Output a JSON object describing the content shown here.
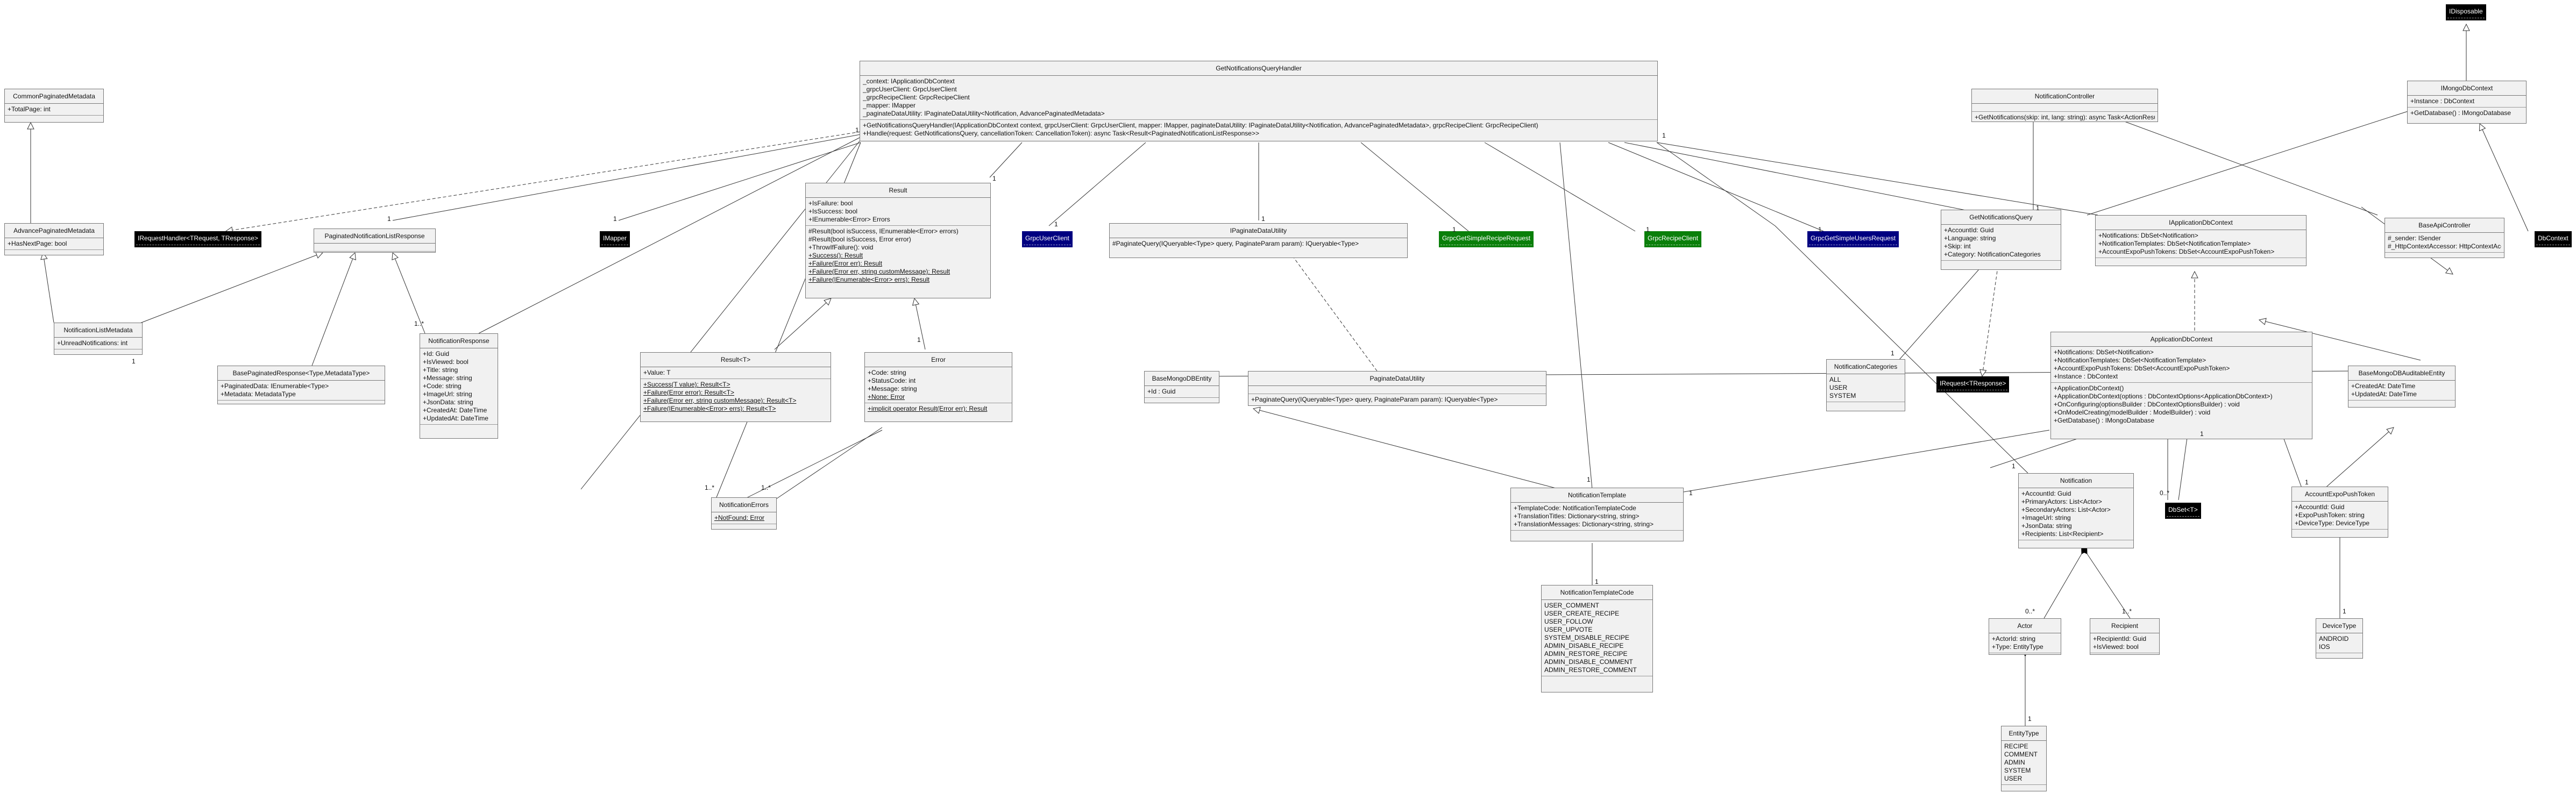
{
  "classes": {
    "handler": {
      "name": "GetNotificationsQueryHandler",
      "fields": [
        "_context: IApplicationDbContext",
        "_grpcUserClient: GrpcUserClient",
        "_grpcRecipeClient: GrpcRecipeClient",
        "_mapper: IMapper",
        "_paginateDataUtility: IPaginateDataUtility<Notification, AdvancePaginatedMetadata>"
      ],
      "methods": [
        "+GetNotificationsQueryHandler(IApplicationDbContext context, grpcUserClient: GrpcUserClient, mapper: IMapper, paginateDataUtility: IPaginateDataUtility<Notification, AdvancePaginatedMetadata>, grpcRecipeClient: GrpcRecipeClient)",
        "+Handle(request: GetNotificationsQuery, cancellationToken: CancellationToken): async Task<Result<PaginatedNotificationListResponse>>"
      ]
    },
    "commonMeta": {
      "name": "CommonPaginatedMetadata",
      "fields": [
        "+TotalPage: int"
      ],
      "methods": []
    },
    "advMeta": {
      "name": "AdvancePaginatedMetadata",
      "fields": [
        "+HasNextPage: bool"
      ],
      "methods": []
    },
    "notifListMeta": {
      "name": "NotificationListMetadata",
      "fields": [
        "+UnreadNotifications: int"
      ],
      "methods": []
    },
    "paginatedNotif": {
      "name": "PaginatedNotificationListResponse",
      "fields": [],
      "methods": []
    },
    "basePaginated": {
      "name": "BasePaginatedResponse<Type,MetadataType>",
      "fields": [
        "+PaginatedData: IEnumerable<Type>",
        "+Metadata: MetadataType"
      ],
      "methods": []
    },
    "notifResponse": {
      "name": "NotificationResponse",
      "fields": [
        "+Id: Guid",
        "+IsViewed: bool",
        "+Title: string",
        "+Message: string",
        "+Code: string",
        "+ImageUrl: string",
        "+JsonData: string",
        "+CreatedAt: DateTime",
        "+UpdatedAt: DateTime"
      ],
      "methods": []
    },
    "result": {
      "name": "Result",
      "fields": [
        "+IsFailure: bool",
        "+IsSuccess: bool",
        "+IEnumerable<Error> Errors"
      ],
      "methods": [
        "#Result(bool isSuccess, IEnumerable<Error> errors)",
        "#Result(bool isSuccess, Error error)",
        "+ThrowIfFailure(): void"
      ],
      "static": [
        "+Success(): Result",
        "+Failure(Error err): Result",
        "+Failure(Error err, string customMessage): Result",
        "+Failure(IEnumerable<Error> errs): Result"
      ]
    },
    "resultT": {
      "name": "Result<T>",
      "fields": [
        "+Value: T"
      ],
      "methods": [],
      "static": [
        "+Success(T value): Result<T>",
        "+Failure(Error error): Result<T>",
        "+Failure(Error err, string customMessage): Result<T>",
        "+Failure(IEnumerable<Error> errs): Result<T>"
      ]
    },
    "error": {
      "name": "Error",
      "fields": [
        "+Code: string",
        "+StatusCode: int",
        "+Message: string",
        "+None: Error"
      ],
      "methods": [],
      "static": [
        "+implicit operator Result(Error err): Result"
      ]
    },
    "notifErrors": {
      "name": "NotificationErrors",
      "fields": [],
      "methods": [],
      "static": [
        "+NotFound: Error"
      ]
    },
    "ipaginate": {
      "name": "IPaginateDataUtility",
      "fields": [],
      "methods": [
        "#PaginateQuery(IQueryable<Type> query, PaginateParam param): IQueryable<Type>"
      ]
    },
    "paginate": {
      "name": "PaginateDataUtility",
      "fields": [],
      "methods": [
        "+PaginateQuery(IQueryable<Type> query, PaginateParam param): IQueryable<Type>"
      ]
    },
    "baseMongo": {
      "name": "BaseMongoDBEntity",
      "fields": [
        "+Id : Guid"
      ],
      "methods": []
    },
    "notifController": {
      "name": "NotificationController",
      "fields": [],
      "methods": [
        "+GetNotifications(skip: int, lang: string): async Task<ActionResult>"
      ]
    },
    "getQuery": {
      "name": "GetNotificationsQuery",
      "fields": [
        "+AccountId: Guid",
        "+Language: string",
        "+Skip: int",
        "+Category: NotificationCategories"
      ],
      "methods": []
    },
    "notifCategories": {
      "name": "NotificationCategories",
      "fields": [
        "ALL",
        "USER",
        "SYSTEM"
      ],
      "methods": []
    },
    "iappDb": {
      "name": "IApplicationDbContext",
      "fields": [
        "+Notifications: DbSet<Notification>",
        "+NotificationTemplates: DbSet<NotificationTemplate>",
        "+AccountExpoPushTokens: DbSet<AccountExpoPushToken>"
      ],
      "methods": []
    },
    "appDb": {
      "name": "ApplicationDbContext",
      "fields": [
        "+Notifications: DbSet<Notification>",
        "+NotificationTemplates: DbSet<NotificationTemplate>",
        "+AccountExpoPushTokens: DbSet<AccountExpoPushToken>",
        "+Instance : DbContext"
      ],
      "methods": [
        "+ApplicationDbContext()",
        "+ApplicationDbContext(options : DbContextOptions<ApplicationDbContext>)",
        "+OnConfiguring(optionsBuilder : DbContextOptionsBuilder) : void",
        "+OnModelCreating(modelBuilder : ModelBuilder) : void",
        "+GetDatabase() : IMongoDatabase"
      ]
    },
    "imongo": {
      "name": "IMongoDbContext",
      "fields": [
        "+Instance : DbContext"
      ],
      "methods": [
        "+GetDatabase() : IMongoDatabase"
      ]
    },
    "baseApi": {
      "name": "BaseApiController",
      "fields": [
        "#_sender: ISender",
        "#_HttpContextAccessor: HttpContextAccessor"
      ],
      "methods": []
    },
    "baseAuditable": {
      "name": "BaseMongoDBAuditableEntity",
      "fields": [
        "+CreatedAt: DateTime",
        "+UpdatedAt: DateTime"
      ],
      "methods": []
    },
    "notifTemplate": {
      "name": "NotificationTemplate",
      "fields": [
        "+TemplateCode: NotificationTemplateCode",
        "+TranslationTitles: Dictionary<string, string>",
        "+TranslationMessages: Dictionary<string, string>"
      ],
      "methods": []
    },
    "templateCode": {
      "name": "NotificationTemplateCode",
      "fields": [
        "USER_COMMENT",
        "USER_CREATE_RECIPE",
        "USER_FOLLOW",
        "USER_UPVOTE",
        "SYSTEM_DISABLE_RECIPE",
        "ADMIN_DISABLE_RECIPE",
        "ADMIN_RESTORE_RECIPE",
        "ADMIN_DISABLE_COMMENT",
        "ADMIN_RESTORE_COMMENT"
      ],
      "methods": []
    },
    "notification": {
      "name": "Notification",
      "fields": [
        "+AccountId: Guid",
        "+PrimaryActors: List<Actor>",
        "+SecondaryActors: List<Actor>",
        "+ImageUrl: string",
        "+JsonData: string",
        "+Recipients: List<Recipient>"
      ],
      "methods": []
    },
    "pushToken": {
      "name": "AccountExpoPushToken",
      "fields": [
        "+AccountId: Guid",
        "+ExpoPushToken: string",
        "+DeviceType: DeviceType"
      ],
      "methods": []
    },
    "actor": {
      "name": "Actor",
      "fields": [
        "+ActorId: string",
        "+Type: EntityType"
      ],
      "methods": []
    },
    "recipient": {
      "name": "Recipient",
      "fields": [
        "+RecipientId: Guid",
        "+IsViewed: bool"
      ],
      "methods": []
    },
    "deviceType": {
      "name": "DeviceType",
      "fields": [
        "ANDROID",
        "IOS"
      ],
      "methods": []
    },
    "entityType": {
      "name": "EntityType",
      "fields": [
        "RECIPE",
        "COMMENT",
        "ADMIN",
        "SYSTEM",
        "USER"
      ],
      "methods": []
    }
  },
  "chips": {
    "irequestHandler": "IRequestHandler<TRequest, TResponse>",
    "imapper": "IMapper",
    "grpcUserClient": "GrpcUserClient",
    "grpcSimpleRecipe": "GrpcGetSimpleRecipeRequest",
    "grpcRecipeClient": "GrpcRecipeClient",
    "grpcSimpleUsers": "GrpcGetSimpleUsersRequest",
    "dbcontext": "DbContext",
    "idisposable": "IDisposable",
    "irequest": "IRequest<TResponse>",
    "dbset": "DbSet<T>"
  },
  "multiplicities": {
    "one": "1",
    "many": "1..*",
    "zeroMany": "0..*"
  },
  "colors": {
    "black": "#000000",
    "blue": "#000080",
    "green": "#0a7f0a",
    "box": "#f1f1f1"
  }
}
